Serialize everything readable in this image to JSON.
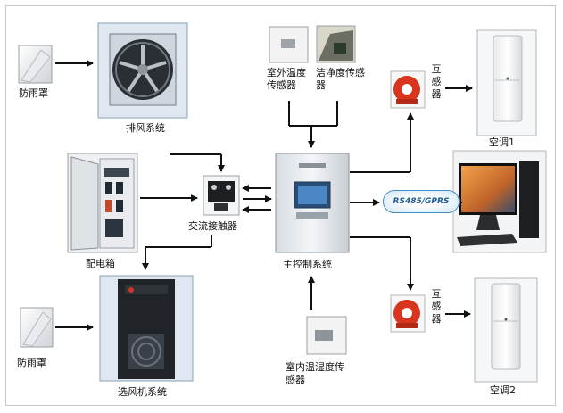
{
  "labels": {
    "rain_cover_top": "防雨罩",
    "exhaust_system": "排风系统",
    "outdoor_sensor": "室外温度传感器",
    "cleanliness_sensor": "洁净度传感器",
    "ct_top": "互感器",
    "ac1": "空调1",
    "distribution_box": "配电箱",
    "contactor": "交流接触器",
    "main_control": "主控制系统",
    "rs485": "RS485/GPRS",
    "ct_bottom": "互感器",
    "rain_cover_bottom": "防雨罩",
    "fan_system": "选风机系统",
    "indoor_sensor": "室内温湿度传感器",
    "ac2": "空调2"
  }
}
